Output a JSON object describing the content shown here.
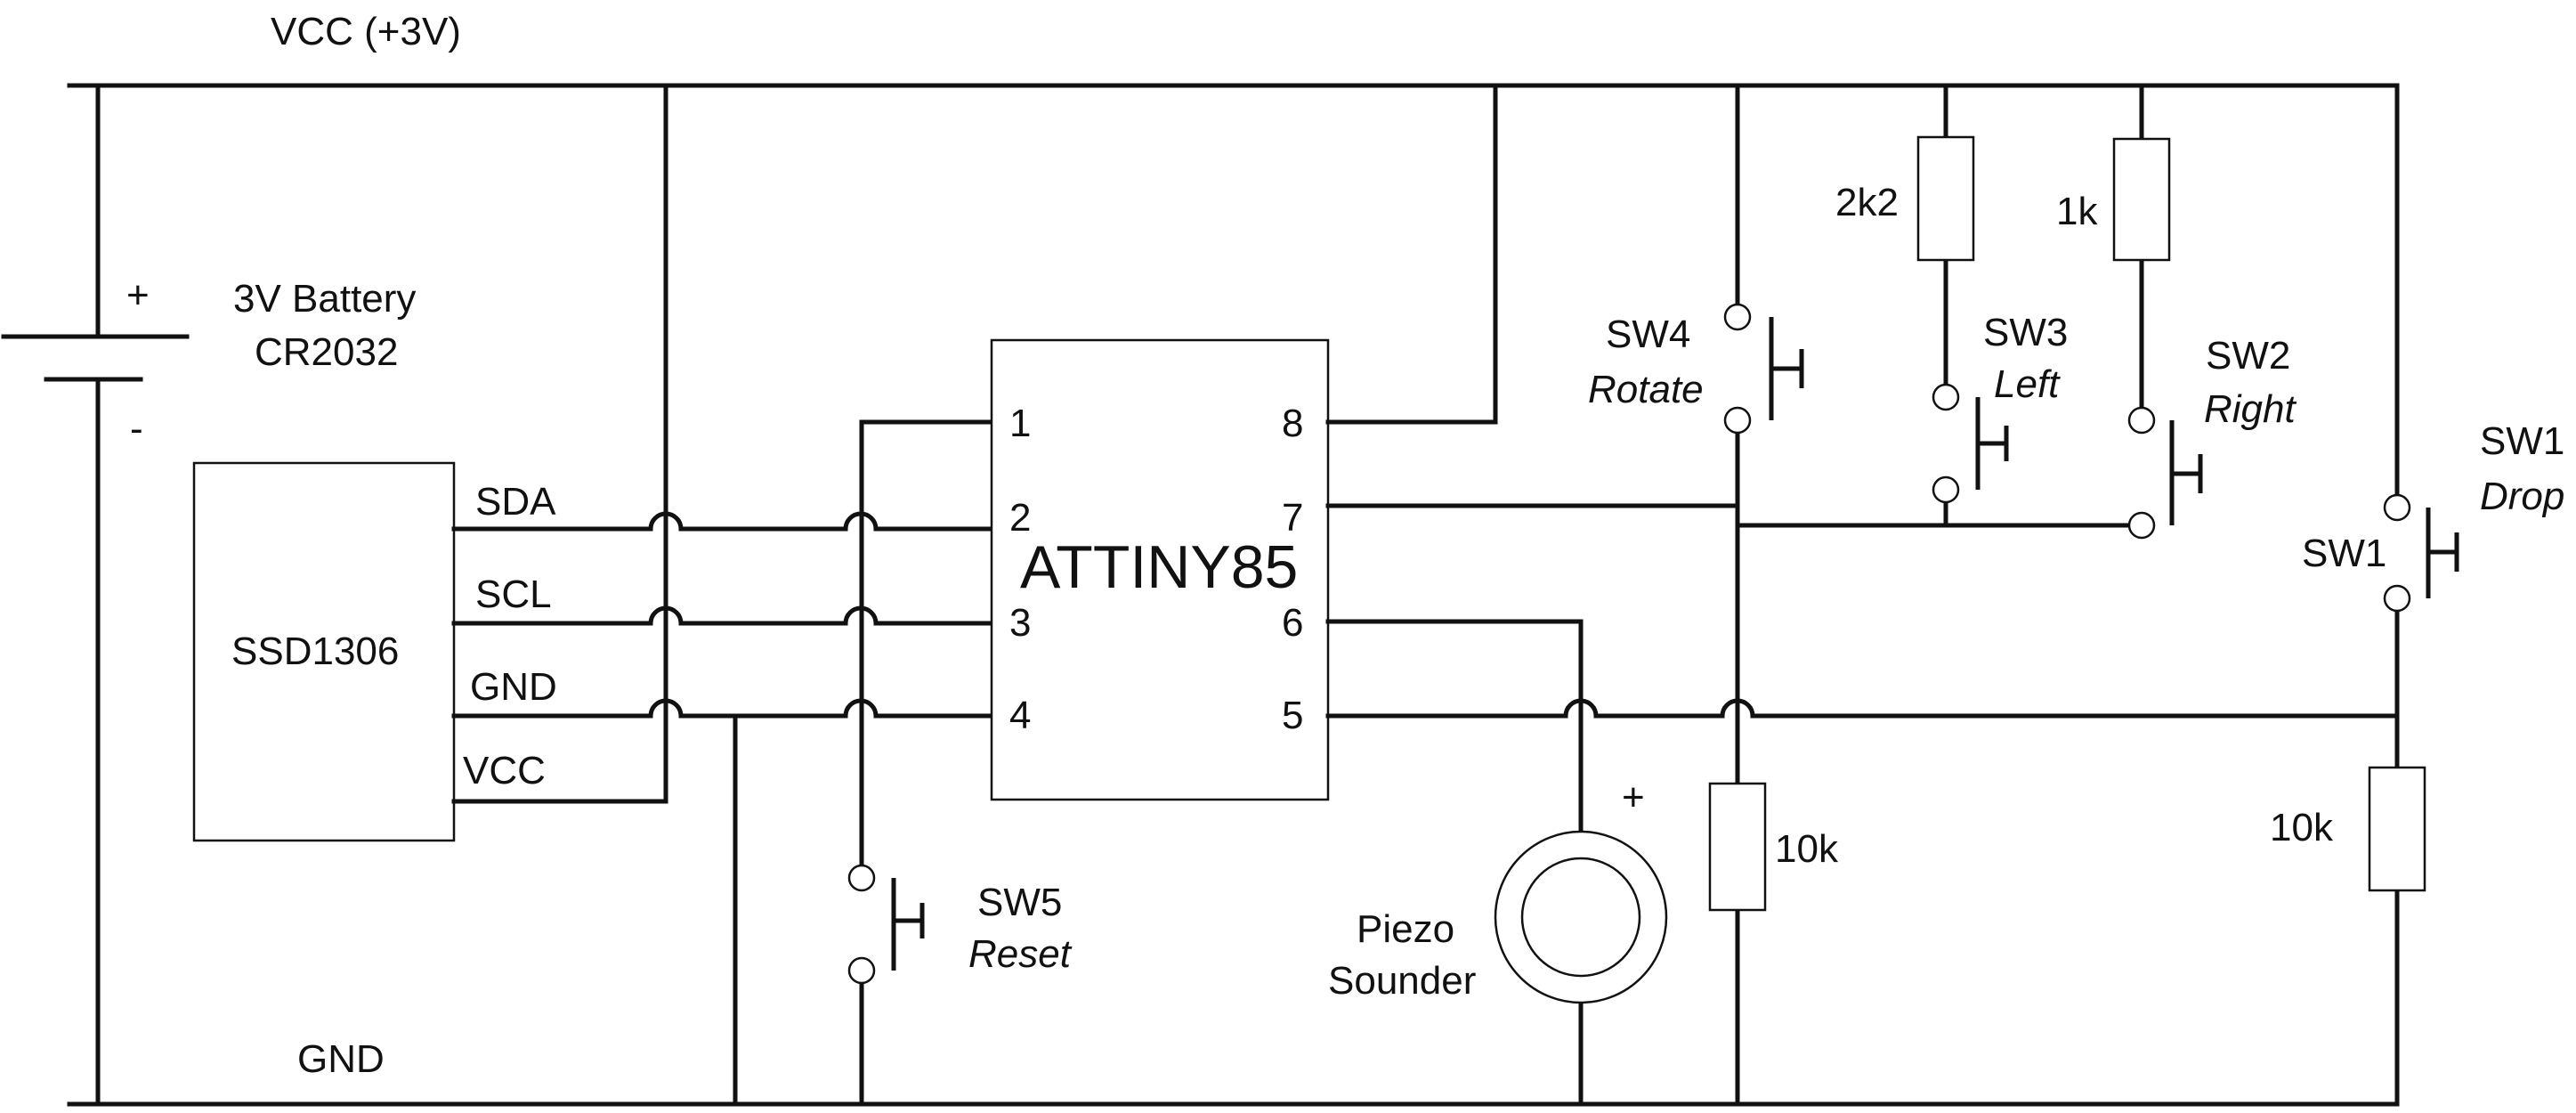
{
  "rails": {
    "vcc": "VCC (+3V)",
    "gnd": "GND"
  },
  "battery": {
    "line1": "3V Battery",
    "line2": "CR2032",
    "plus": "+",
    "minus": "-"
  },
  "display": {
    "name": "SSD1306",
    "pins": [
      "SDA",
      "SCL",
      "GND",
      "VCC"
    ]
  },
  "mcu": {
    "name": "ATTINY85",
    "left_pins": [
      "1",
      "2",
      "3",
      "4"
    ],
    "right_pins": [
      "8",
      "7",
      "6",
      "5"
    ]
  },
  "resistors": {
    "r_sw3": "2k2",
    "r_sw2": "1k",
    "r_pulldown_mid": "10k",
    "r_pulldown_right": "10k"
  },
  "switches": {
    "sw4": {
      "id": "SW4",
      "role": "Rotate"
    },
    "sw3": {
      "id": "SW3",
      "role": "Left"
    },
    "sw2": {
      "id": "SW2",
      "role": "Right"
    },
    "sw1": {
      "id": "SW1",
      "id_tag": "SW1",
      "role": "Drop"
    },
    "sw5": {
      "id": "SW5",
      "role": "Reset"
    }
  },
  "piezo": {
    "line1": "Piezo",
    "line2": "Sounder",
    "plus": "+"
  }
}
